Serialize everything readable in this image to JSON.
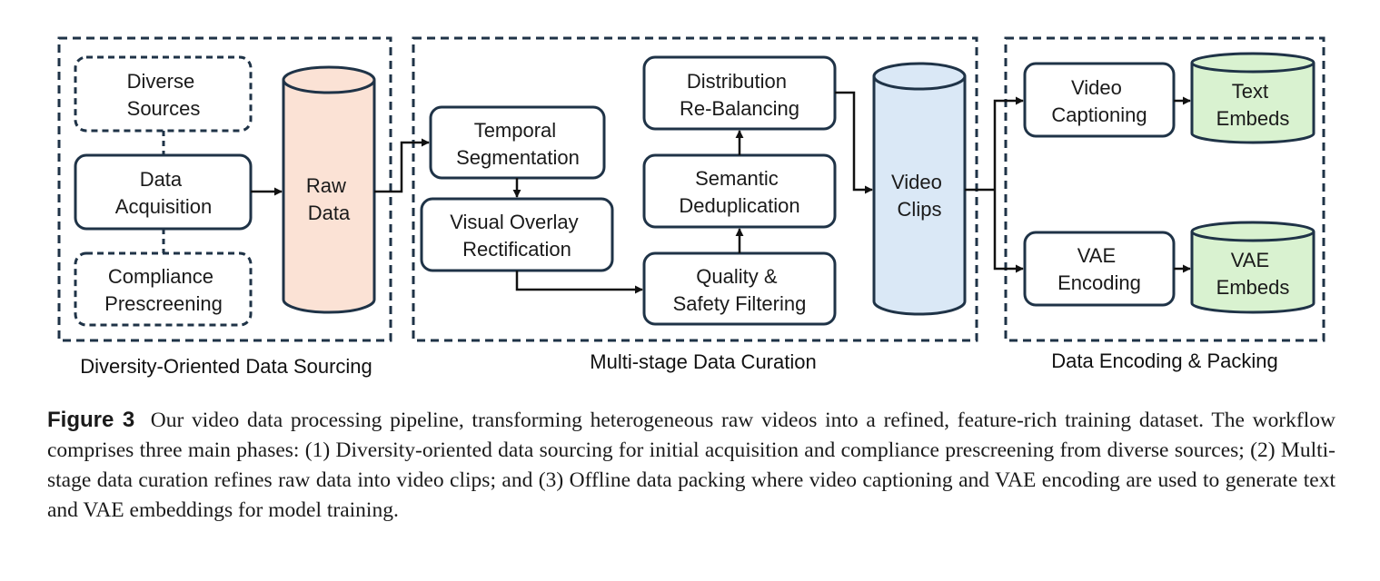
{
  "groups": {
    "sourcing": "Diversity-Oriented Data Sourcing",
    "curation": "Multi-stage Data Curation",
    "encoding": "Data Encoding & Packing"
  },
  "nodes": {
    "diverse_sources": [
      "Diverse",
      "Sources"
    ],
    "data_acquisition": [
      "Data",
      "Acquisition"
    ],
    "compliance_prescreening": [
      "Compliance",
      "Prescreening"
    ],
    "raw_data": [
      "Raw",
      "Data"
    ],
    "temporal_segmentation": [
      "Temporal",
      "Segmentation"
    ],
    "visual_overlay_rectification": [
      "Visual Overlay",
      "Rectification"
    ],
    "quality_safety_filtering": [
      "Quality &",
      "Safety Filtering"
    ],
    "semantic_deduplication": [
      "Semantic",
      "Deduplication"
    ],
    "distribution_rebalancing": [
      "Distribution",
      "Re-Balancing"
    ],
    "video_clips": [
      "Video",
      "Clips"
    ],
    "video_captioning": [
      "Video",
      "Captioning"
    ],
    "vae_encoding": [
      "VAE",
      "Encoding"
    ],
    "text_embeds": [
      "Text",
      "Embeds"
    ],
    "vae_embeds": [
      "VAE",
      "Embeds"
    ]
  },
  "colors": {
    "stroke": "#1f3347",
    "raw_data_fill": "#fbe2d5",
    "video_clips_fill": "#dae8f6",
    "embeds_fill": "#d9f2d0"
  },
  "caption": {
    "label": "Figure 3",
    "text": "Our video data processing pipeline, transforming heterogeneous raw videos into a refined, feature-rich training dataset. The workflow comprises three main phases: (1) Diversity-oriented data sourcing for initial acquisition and compliance prescreening from diverse sources; (2) Multi-stage data curation refines raw data into video clips; and (3) Offline data packing where video captioning and VAE encoding are used to generate text and VAE embeddings for model training."
  }
}
